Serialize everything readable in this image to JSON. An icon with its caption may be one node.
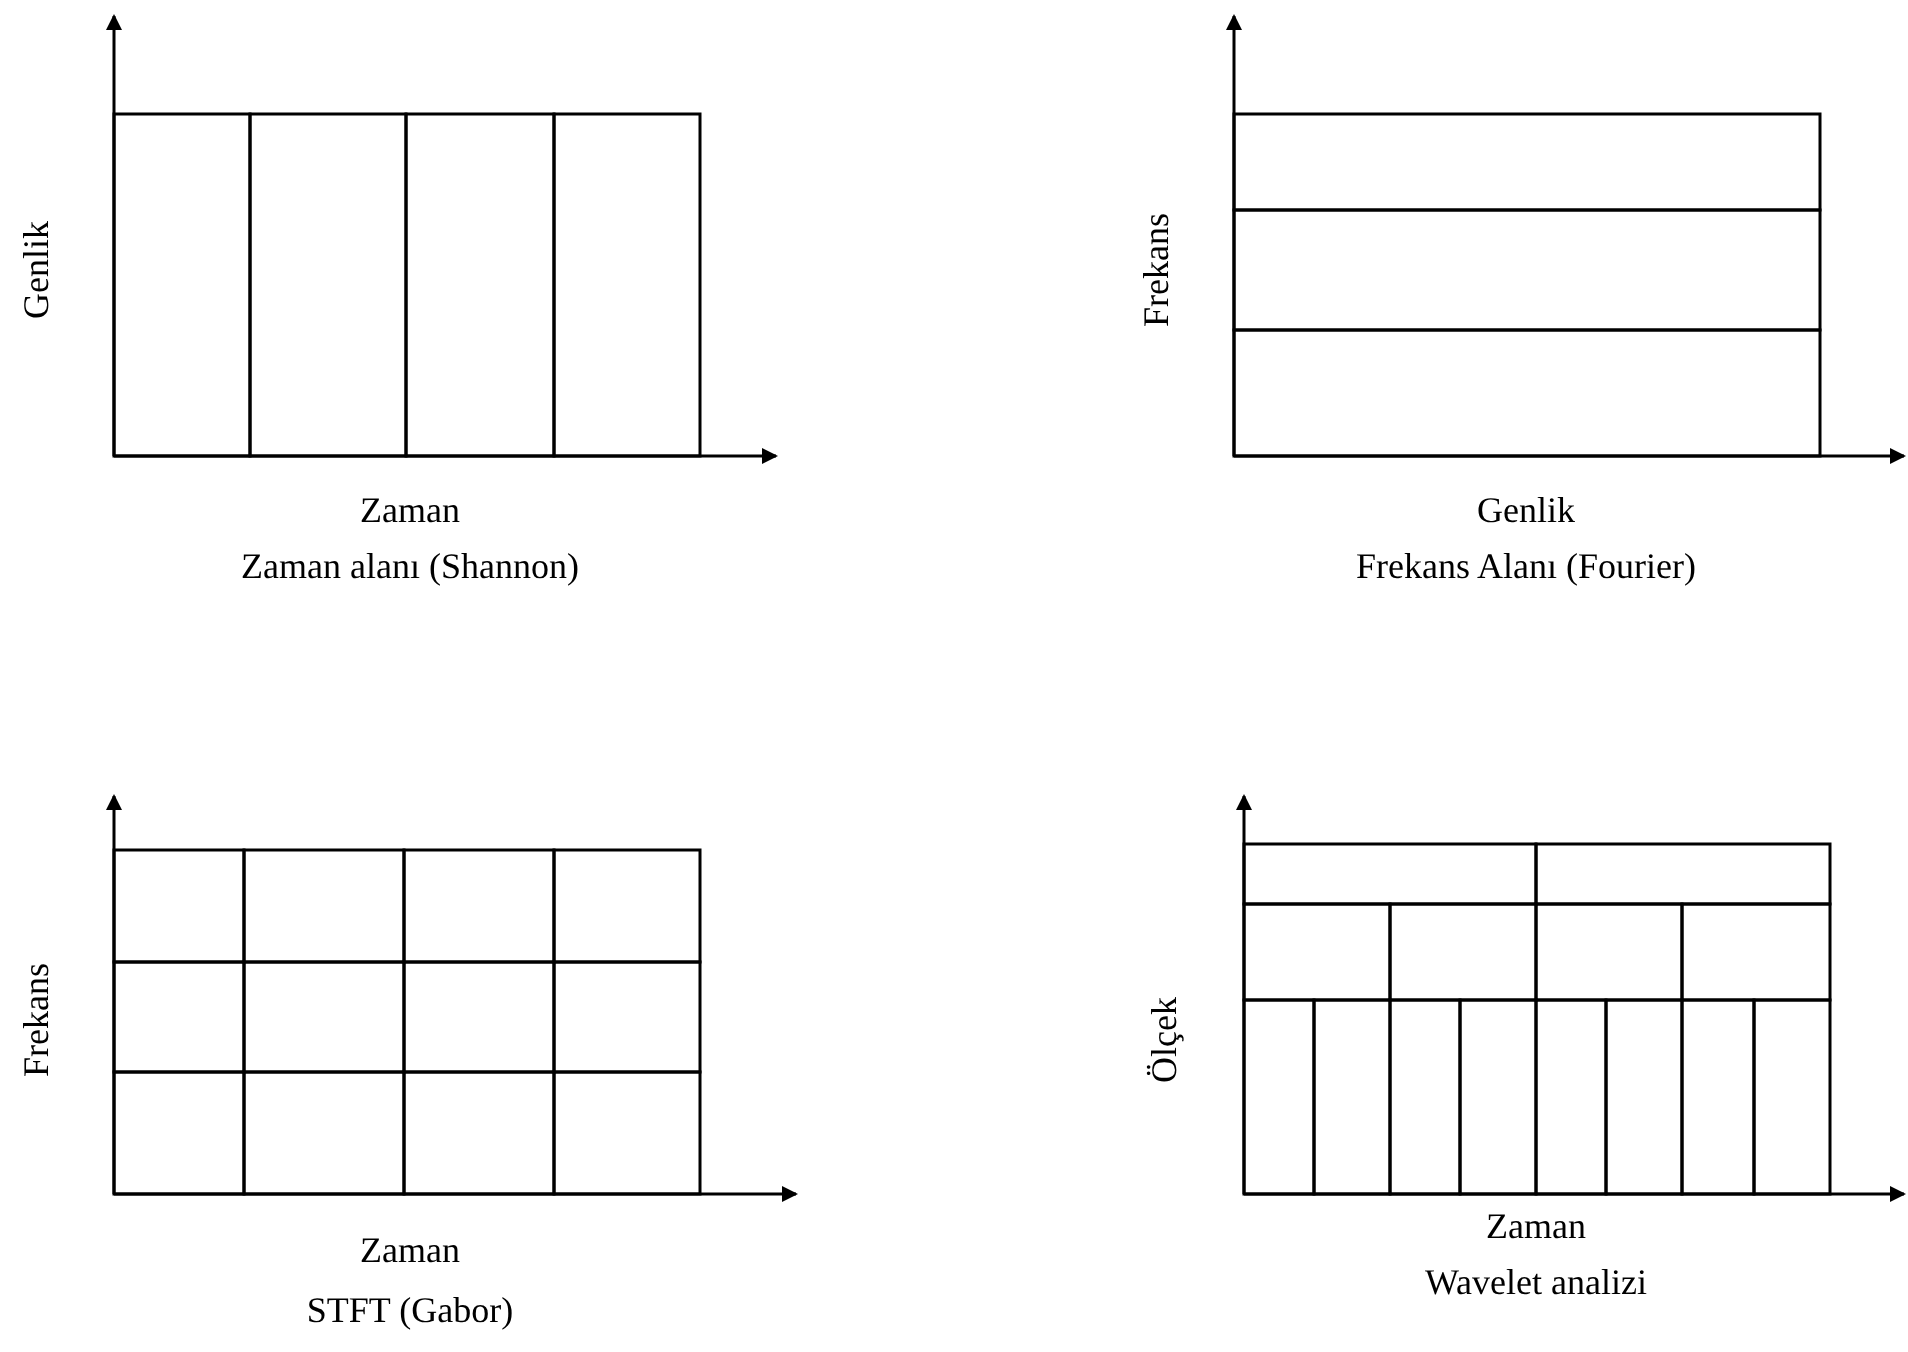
{
  "diagram": {
    "labels": [
      "Genlik",
      "Zaman",
      "Zaman alanı (Shannon)",
      "Frekans",
      "Genlik",
      "Frekans Alanı (Fourier)",
      "Frekans",
      "Zaman",
      "STFT (Gabor)",
      "Ölçek",
      "Zaman",
      "Wavelet analizi"
    ]
  }
}
